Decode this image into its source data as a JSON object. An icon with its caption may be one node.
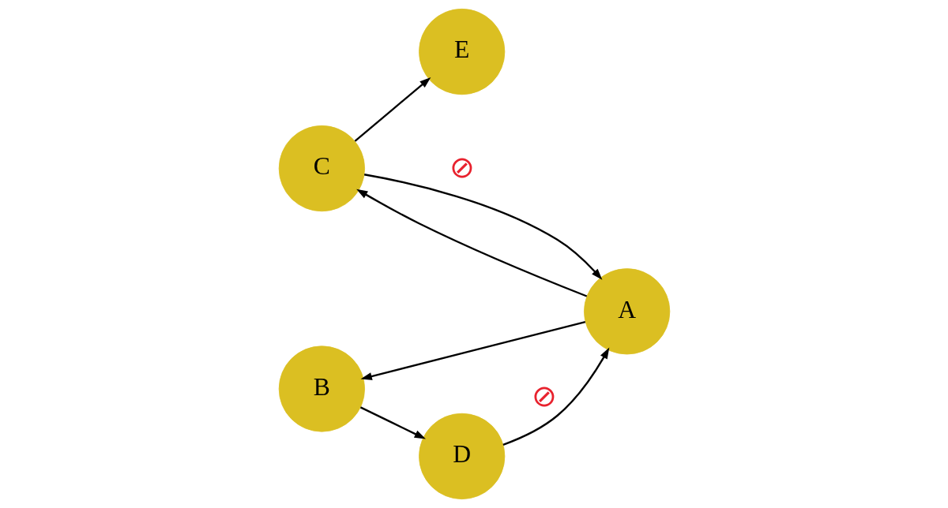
{
  "diagram": {
    "nodes": [
      {
        "text": [
          "C"
        ]
      },
      {
        "text": [
          "E"
        ]
      },
      {
        "text": [
          "A"
        ]
      },
      {
        "text": [
          "B"
        ]
      },
      {
        "text": [
          "D"
        ]
      }
    ],
    "edges": [
      {
        "from": 0,
        "to": 2,
        "arrow": "to",
        "label": "⊘",
        "color": "#000000"
      },
      {
        "from": 2,
        "to": 0,
        "arrow": "to"
      },
      {
        "from": 0,
        "to": 1,
        "arrow": "to"
      },
      {
        "from": 2,
        "to": 3,
        "arrow": "to"
      },
      {
        "from": 3,
        "to": 4,
        "arrow": "to"
      },
      {
        "from": 4,
        "to": 2,
        "arrow": "to",
        "label": "⊘",
        "color": "#000000"
      }
    ]
  }
}
